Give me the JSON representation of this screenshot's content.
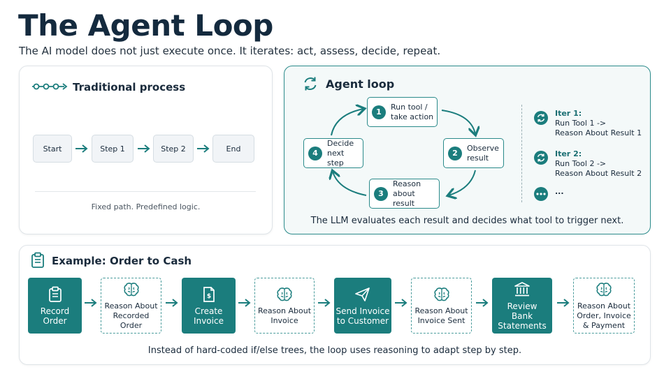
{
  "header": {
    "title": "The Agent Loop",
    "subtitle": "The AI model does not just execute once. It iterates: act, assess, decide, repeat."
  },
  "traditional": {
    "title": "Traditional process",
    "steps": [
      "Start",
      "Step 1",
      "Step 2",
      "End"
    ],
    "caption": "Fixed path. Predefined logic."
  },
  "agent": {
    "title": "Agent loop",
    "nodes": [
      {
        "num": "1",
        "label": "Run tool /\ntake action"
      },
      {
        "num": "2",
        "label": "Observe\nresult"
      },
      {
        "num": "3",
        "label": "Reason\nabout result"
      },
      {
        "num": "4",
        "label": "Decide\nnext step"
      }
    ],
    "iterations": [
      {
        "title": "Iter 1:",
        "text": "Run Tool 1 ->\nReason About Result 1"
      },
      {
        "title": "Iter 2:",
        "text": "Run Tool 2 ->\nReason About Result 2"
      },
      {
        "title": "...",
        "text": ""
      }
    ],
    "caption": "The LLM evaluates each result and decides what tool to trigger next."
  },
  "example": {
    "title": "Example: Order to Cash",
    "steps": [
      {
        "label": "Record\nOrder",
        "style": "solid",
        "icon": "clipboard-icon"
      },
      {
        "label": "Reason About\nRecorded Order",
        "style": "dashed",
        "icon": "brain-icon"
      },
      {
        "label": "Create\nInvoice",
        "style": "solid",
        "icon": "invoice-icon"
      },
      {
        "label": "Reason About\nInvoice",
        "style": "dashed",
        "icon": "brain-icon"
      },
      {
        "label": "Send Invoice\nto Customer",
        "style": "solid",
        "icon": "send-icon"
      },
      {
        "label": "Reason About\nInvoice Sent",
        "style": "dashed",
        "icon": "brain-icon"
      },
      {
        "label": "Review\nBank\nStatements",
        "style": "solid",
        "icon": "bank-icon"
      },
      {
        "label": "Reason About\nOrder, Invoice\n& Payment",
        "style": "dashed",
        "icon": "brain-icon"
      }
    ],
    "caption": "Instead of hard-coded if/else trees, the loop uses reasoning to adapt step by step."
  },
  "colors": {
    "accent": "#1b7d7d",
    "title": "#142a3e",
    "dashed_border": "#4a9c9c"
  }
}
